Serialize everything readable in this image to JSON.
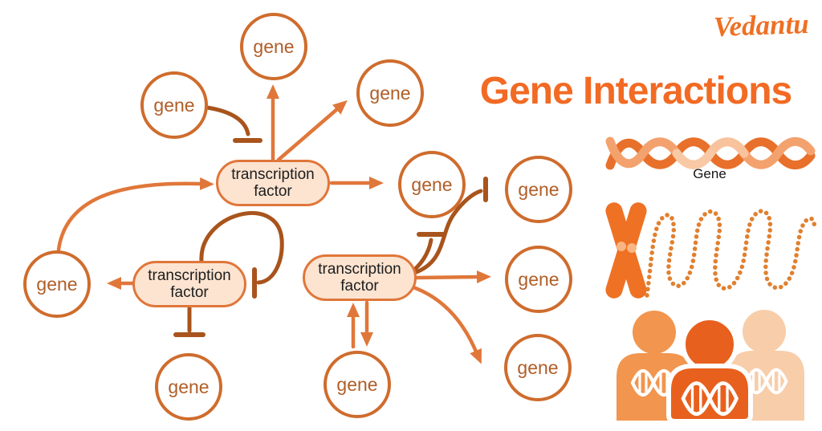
{
  "brand": {
    "logo_text": "Vedantu"
  },
  "title": {
    "text": "Gene Interactions"
  },
  "diagram": {
    "gene_label": "gene",
    "tf_label": "transcription factor",
    "gene_node_count": 10,
    "transcription_factor_count": 3,
    "edges": [
      {
        "from": "gene-upper-left",
        "to": "tf-1",
        "type": "inhibition"
      },
      {
        "from": "gene-left",
        "to": "tf-1",
        "type": "activation"
      },
      {
        "from": "tf-1",
        "to": "gene-top",
        "type": "activation"
      },
      {
        "from": "tf-1",
        "to": "gene-upper-right",
        "type": "activation"
      },
      {
        "from": "tf-1",
        "to": "gene-mid",
        "type": "activation"
      },
      {
        "from": "tf-2",
        "to": "gene-left",
        "type": "activation"
      },
      {
        "from": "tf-2",
        "to": "tf-2",
        "type": "self-inhibition"
      },
      {
        "from": "tf-2",
        "to": "gene-bottom-left",
        "type": "inhibition"
      },
      {
        "from": "tf-3",
        "to": "gene-mid",
        "type": "inhibition"
      },
      {
        "from": "tf-3",
        "to": "gene-right-top",
        "type": "inhibition"
      },
      {
        "from": "tf-3",
        "to": "gene-right-mid",
        "type": "activation"
      },
      {
        "from": "tf-3",
        "to": "gene-right-bottom",
        "type": "activation"
      },
      {
        "from": "tf-3",
        "to": "gene-bottom-mid",
        "type": "mutual-activation"
      }
    ]
  },
  "illustrations": {
    "dna_helix_label": "Gene",
    "items": [
      "dna-double-helix",
      "chromosome-with-chromatin-fiber",
      "people-with-dna"
    ]
  },
  "colors": {
    "accent_orange": "#ee7124",
    "arrow_orange": "#e0773a",
    "inhibition_brown": "#a8541c",
    "circle_stroke": "#cf6c2d",
    "tf_fill": "#fce4d1",
    "tf_stroke": "#e0763a",
    "title_orange": "#f26a23",
    "gene_text": "#b05e28",
    "person_front": "#e8601d",
    "person_left": "#f2954e",
    "person_right": "#f8cda9"
  }
}
